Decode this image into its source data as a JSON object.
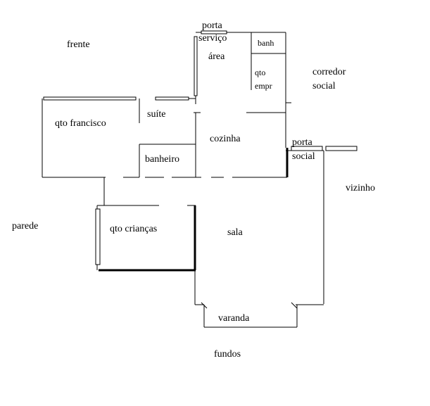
{
  "labels": {
    "frente": "frente",
    "porta_servico_1": "porta",
    "porta_servico_2": "serviço",
    "area": "área",
    "banh": "banh",
    "qto_empr_1": "qto",
    "qto_empr_2": "empr",
    "corredor_1": "corredor",
    "corredor_2": "social",
    "qto_francisco": "qto francisco",
    "suite": "suíte",
    "cozinha": "cozinha",
    "banheiro": "banheiro",
    "porta_social_1": "porta",
    "porta_social_2": "social",
    "vizinho": "vizinho",
    "parede": "parede",
    "qto_criancas": "qto crianças",
    "sala": "sala",
    "varanda": "varanda",
    "fundos": "fundos"
  },
  "colors": {
    "line": "#000000",
    "background": "#ffffff"
  }
}
